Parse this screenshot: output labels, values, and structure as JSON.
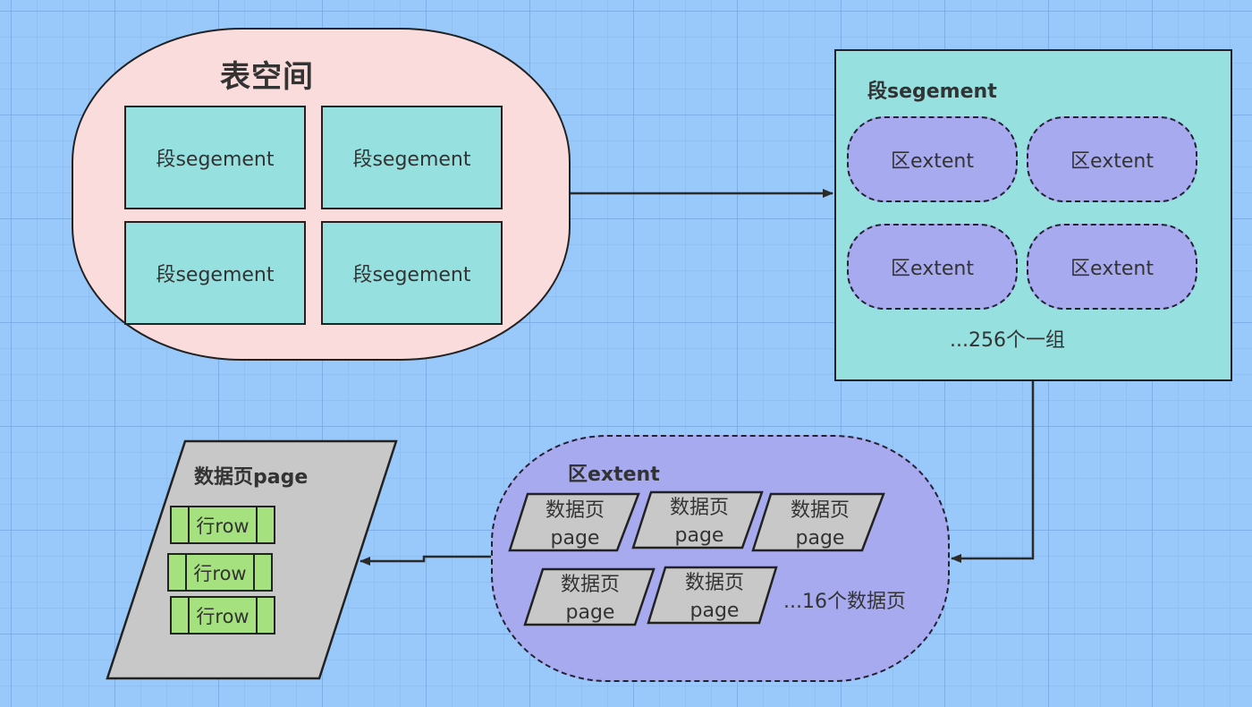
{
  "colors": {
    "background": "#99c9fb",
    "tablespace_fill": "#fadcdc",
    "segment_fill": "#96e0e0",
    "extent_fill": "#a8aaf0",
    "page_fill": "#c8c8c8",
    "row_fill": "#a5e17f",
    "stroke": "#222222"
  },
  "tablespace": {
    "title": "表空间",
    "segments": [
      "段segement",
      "段segement",
      "段segement",
      "段segement"
    ]
  },
  "segment": {
    "title": "段segement",
    "extents": [
      "区extent",
      "区extent",
      "区extent",
      "区extent"
    ],
    "note": "...256个一组"
  },
  "extent": {
    "title": "区extent",
    "pages": [
      {
        "line1": "数据页",
        "line2": "page"
      },
      {
        "line1": "数据页",
        "line2": "page"
      },
      {
        "line1": "数据页",
        "line2": "page"
      },
      {
        "line1": "数据页",
        "line2": "page"
      },
      {
        "line1": "数据页",
        "line2": "page"
      }
    ],
    "note": "...16个数据页"
  },
  "page": {
    "title": "数据页page",
    "rows": [
      "行row",
      "行row",
      "行row"
    ]
  },
  "connectors": [
    {
      "from": "tablespace",
      "to": "segment"
    },
    {
      "from": "segment",
      "to": "extent"
    },
    {
      "from": "extent",
      "to": "page"
    }
  ]
}
